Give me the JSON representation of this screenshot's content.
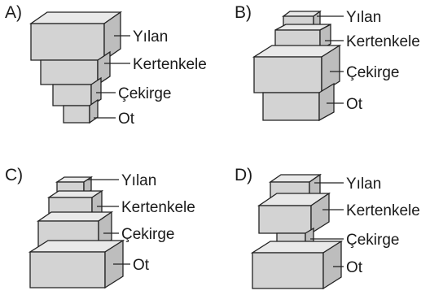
{
  "options": [
    {
      "letter": "A)",
      "labels": [
        "Yılan",
        "Kertenkele",
        "Çekirge",
        "Ot"
      ]
    },
    {
      "letter": "B)",
      "labels": [
        "Yılan",
        "Kertenkele",
        "Çekirge",
        "Ot"
      ]
    },
    {
      "letter": "C)",
      "labels": [
        "Yılan",
        "Kertenkele",
        "Çekirge",
        "Ot"
      ]
    },
    {
      "letter": "D)",
      "labels": [
        "Yılan",
        "Kertenkele",
        "Çekirge",
        "Ot"
      ]
    }
  ],
  "colors": {
    "front": "#d3d3d3",
    "top": "#e9e9e9",
    "side": "#bdbdbd",
    "line": "#222222"
  }
}
